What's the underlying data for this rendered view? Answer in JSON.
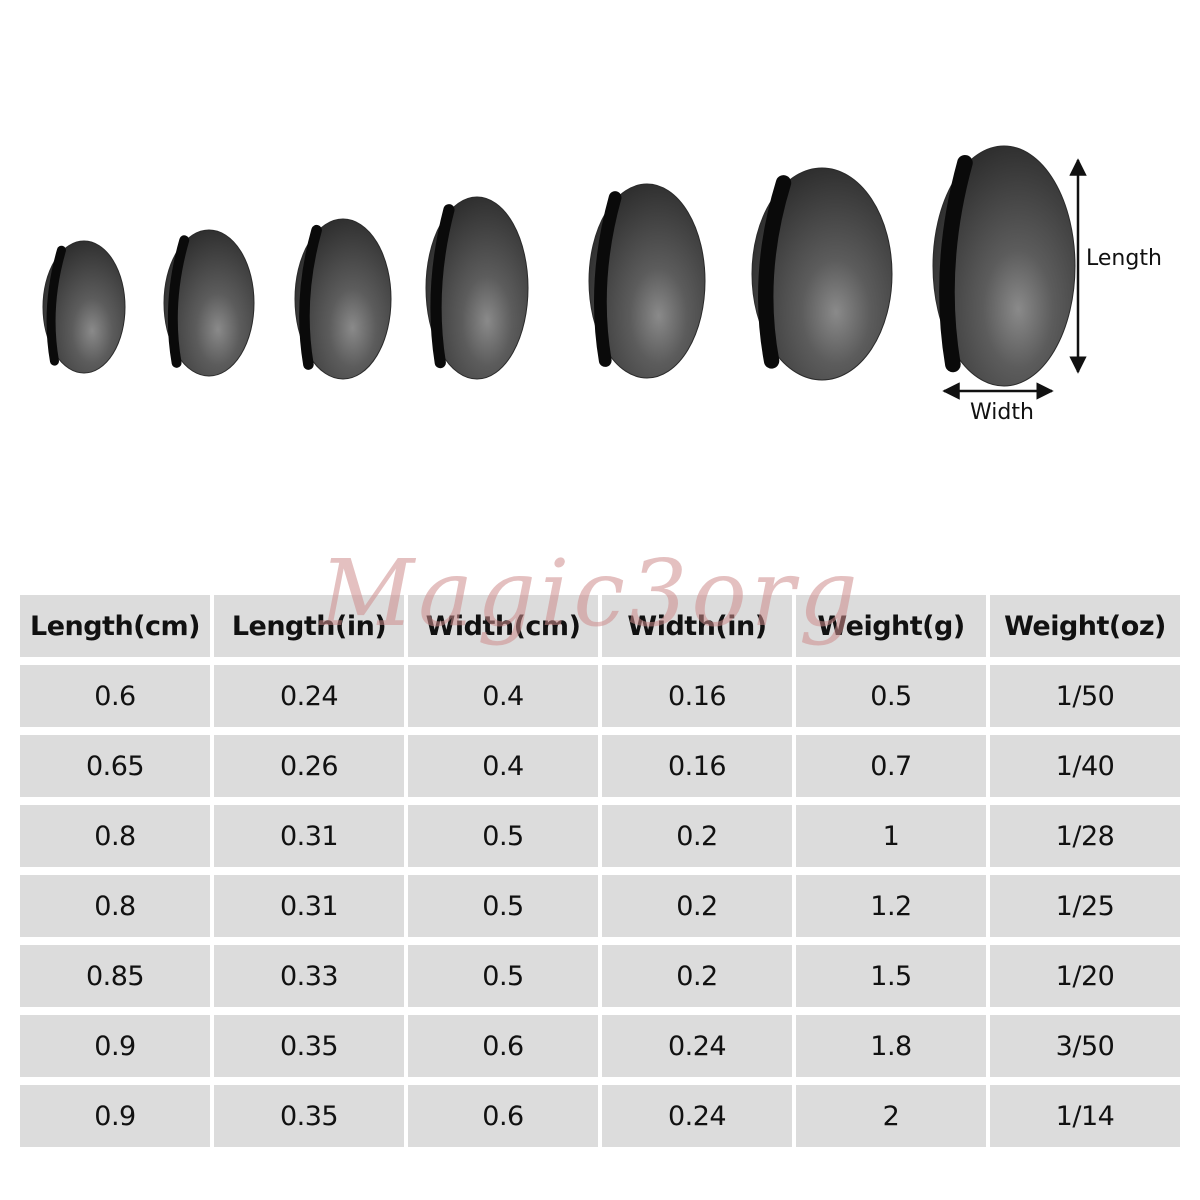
{
  "diagram": {
    "length_label": "Length",
    "width_label": "Width",
    "sinker_count": 7
  },
  "watermark": "Magic3org",
  "table": {
    "headers": [
      "Length(cm)",
      "Length(in)",
      "Width(cm)",
      "Width(in)",
      "Weight(g)",
      "Weight(oz)"
    ],
    "rows": [
      [
        "0.6",
        "0.24",
        "0.4",
        "0.16",
        "0.5",
        "1/50"
      ],
      [
        "0.65",
        "0.26",
        "0.4",
        "0.16",
        "0.7",
        "1/40"
      ],
      [
        "0.8",
        "0.31",
        "0.5",
        "0.2",
        "1",
        "1/28"
      ],
      [
        "0.8",
        "0.31",
        "0.5",
        "0.2",
        "1.2",
        "1/25"
      ],
      [
        "0.85",
        "0.33",
        "0.5",
        "0.2",
        "1.5",
        "1/20"
      ],
      [
        "0.9",
        "0.35",
        "0.6",
        "0.24",
        "1.8",
        "3/50"
      ],
      [
        "0.9",
        "0.35",
        "0.6",
        "0.24",
        "2",
        "1/14"
      ]
    ]
  },
  "colors": {
    "sinker": "#4a4a4a",
    "table_cell": "#dcdcdc",
    "watermark": "#cd8c8c"
  }
}
